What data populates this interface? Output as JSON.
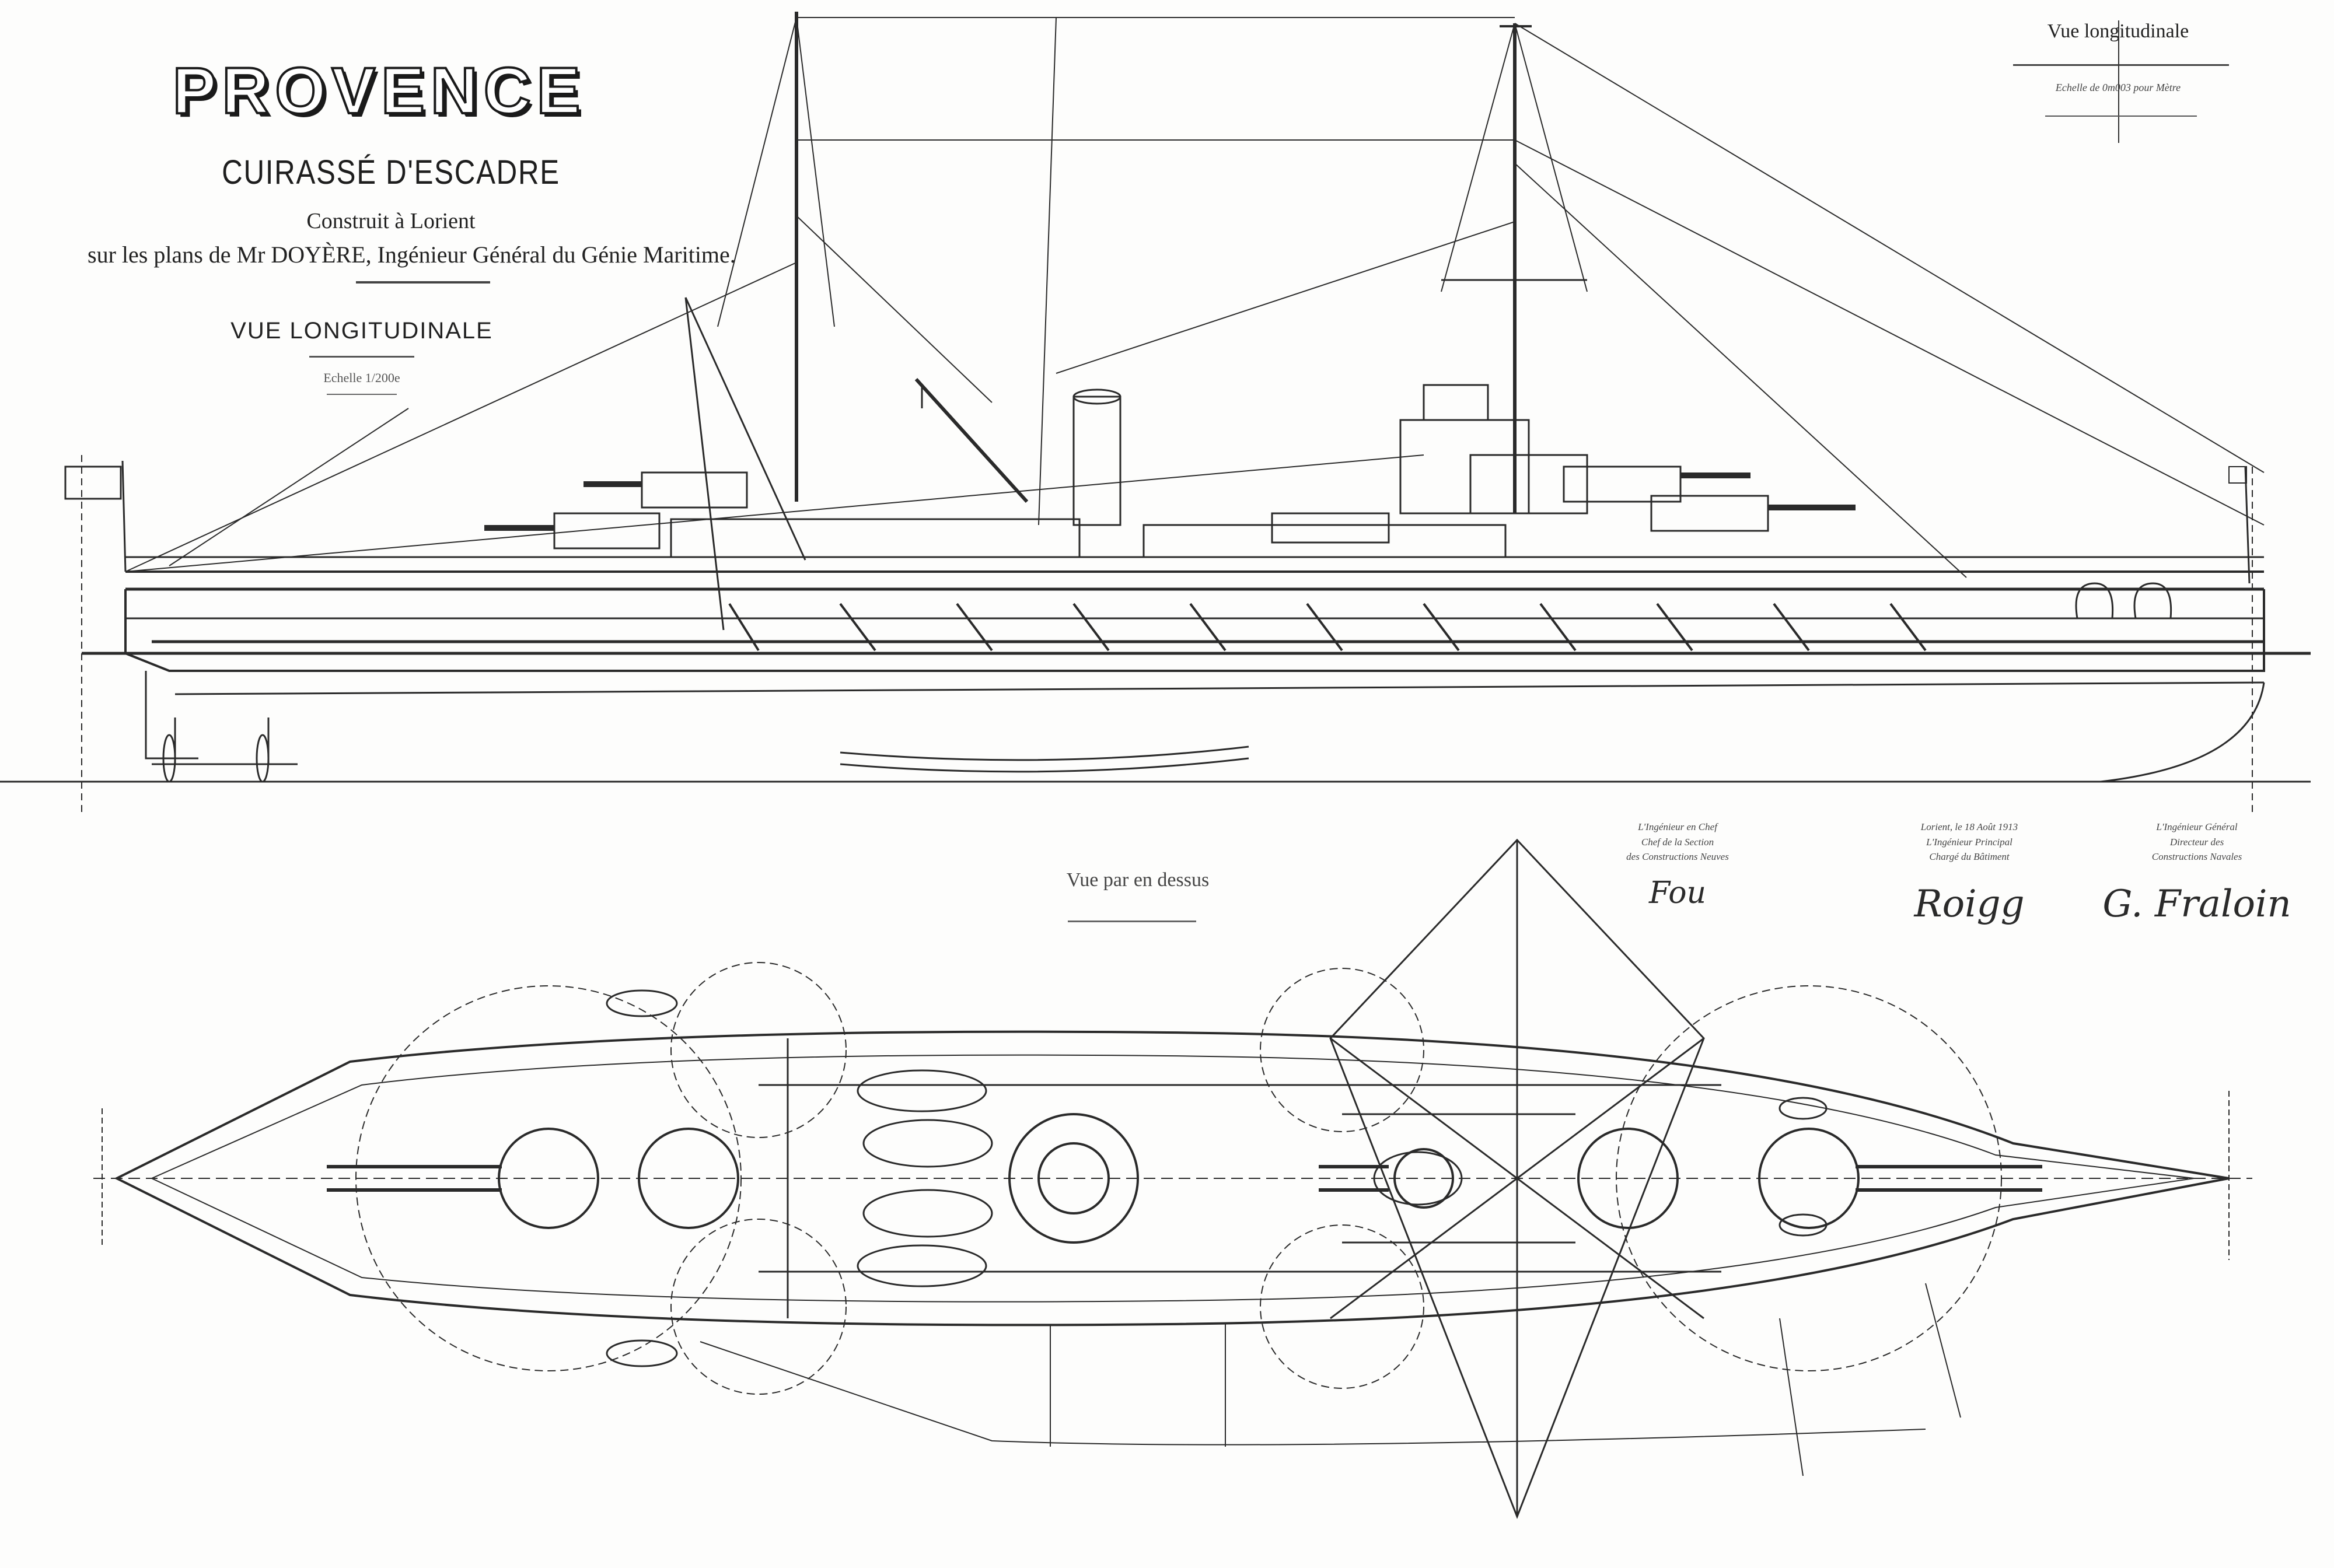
{
  "document": {
    "type": "naval-architecture-plan",
    "ink_color": "#222222",
    "paper_color": "#fdfdfc"
  },
  "title_block": {
    "ship_name": "PROVENCE",
    "ship_type": "CUIRASSÉ D'ESCADRE",
    "built_at": "Construit à Lorient",
    "designer": "sur les plans de Mr DOYÈRE, Ingénieur Général du Génie Maritime."
  },
  "side_view": {
    "label": "VUE LONGITUDINALE",
    "scale": "Echelle 1/200e"
  },
  "top_right_block": {
    "label": "Vue longitudinale",
    "scale": "Echelle de 0m003 pour Mètre"
  },
  "top_view": {
    "label": "Vue par en dessus"
  },
  "signatures": [
    {
      "title_lines": [
        "L'Ingénieur en Chef",
        "Chef de la Section",
        "des Constructions Neuves"
      ],
      "signature": "Fou"
    },
    {
      "title_lines": [
        "Lorient, le 18 Août 1913",
        "L'Ingénieur Principal",
        "Chargé du Bâtiment"
      ],
      "signature": "Roigg"
    },
    {
      "title_lines": [
        "L'Ingénieur Général",
        "Directeur des",
        "Constructions Navales"
      ],
      "signature": "G. Fraloin"
    }
  ]
}
